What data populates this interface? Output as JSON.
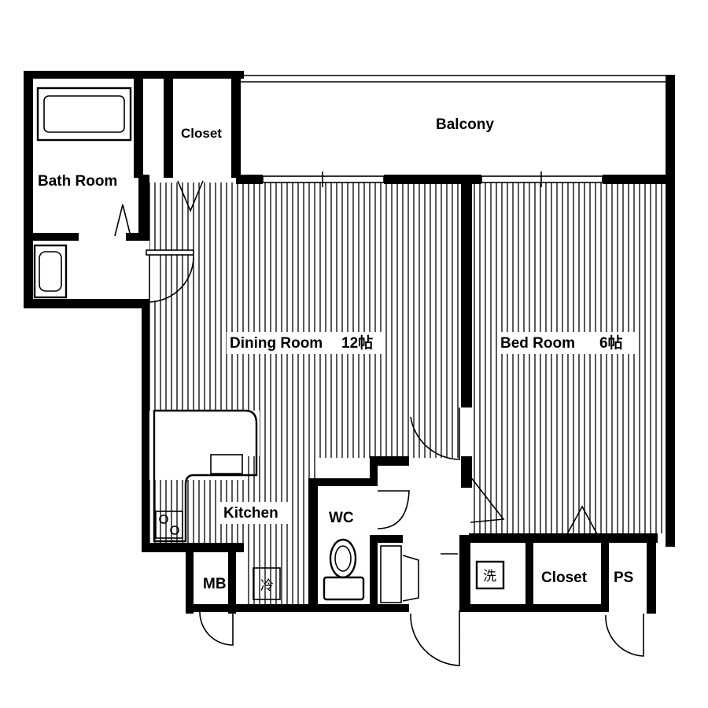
{
  "rooms": {
    "balcony": "Balcony",
    "closet_top": "Closet",
    "bath_room": "Bath Room",
    "dining_room": "Dining Room",
    "dining_size": "12帖",
    "bed_room": "Bed Room",
    "bed_size": "6帖",
    "kitchen": "Kitchen",
    "wc": "WC",
    "mb": "MB",
    "closet_bottom": "Closet",
    "ps": "PS"
  },
  "symbols": {
    "refrigerator": "冷",
    "washer": "洗"
  }
}
